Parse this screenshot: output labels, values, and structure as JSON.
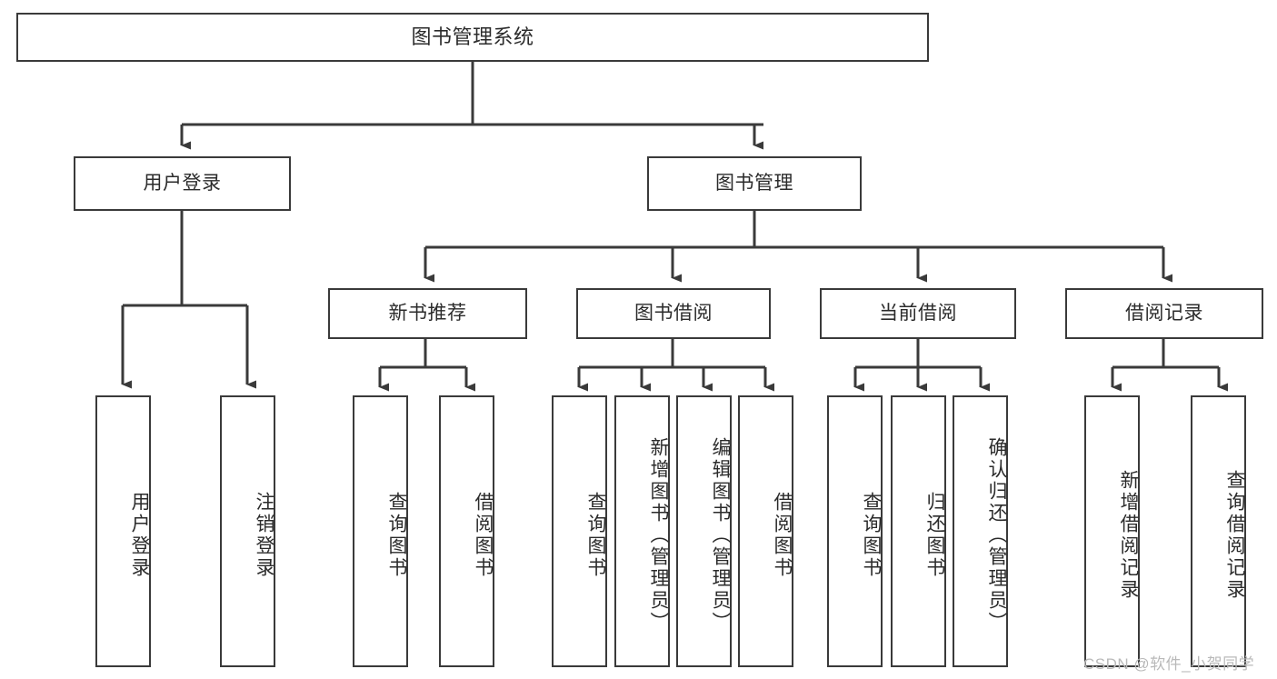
{
  "diagram": {
    "type": "tree-hierarchy",
    "title": "图书管理系统",
    "watermark": "CSDN @软件_小贺同学",
    "colors": {
      "box_border": "#3a3a3a",
      "box_fill": "#ffffff",
      "connector": "#3a3a3a",
      "text": "#2b2b2b",
      "watermark": "#b9b9b9",
      "background": "#ffffff"
    },
    "root": {
      "label": "图书管理系统"
    },
    "level2": [
      {
        "label": "用户登录"
      },
      {
        "label": "图书管理"
      }
    ],
    "level3": [
      {
        "label": "新书推荐"
      },
      {
        "label": "图书借阅"
      },
      {
        "label": "当前借阅"
      },
      {
        "label": "借阅记录"
      }
    ],
    "leaves": {
      "user_login": [
        {
          "label": "用户登录"
        },
        {
          "label": "注销登录"
        }
      ],
      "new_book_recommend": [
        {
          "label": "查询图书"
        },
        {
          "label": "借阅图书"
        }
      ],
      "book_borrow": [
        {
          "label": "查询图书"
        },
        {
          "label": "新增图书（管理员）"
        },
        {
          "label": "编辑图书（管理员）"
        },
        {
          "label": "借阅图书"
        }
      ],
      "current_borrow": [
        {
          "label": "查询图书"
        },
        {
          "label": "归还图书"
        },
        {
          "label": "确认归还（管理员）"
        }
      ],
      "borrow_records": [
        {
          "label": "新增借阅记录"
        },
        {
          "label": "查询借阅记录"
        }
      ]
    }
  }
}
